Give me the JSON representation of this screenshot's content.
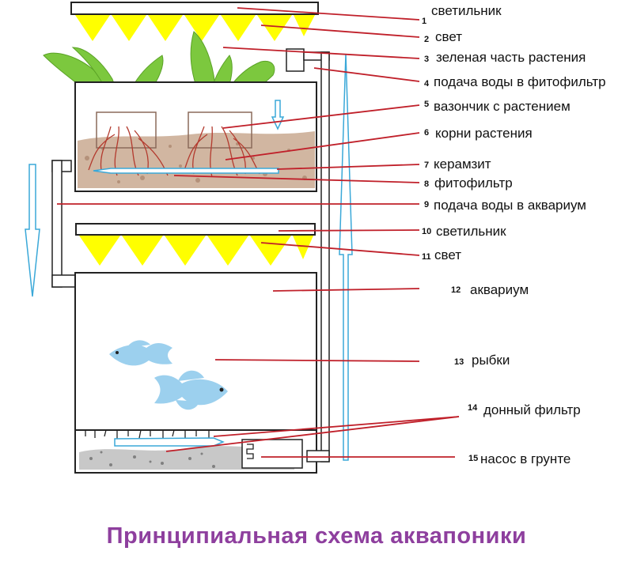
{
  "caption": "Принципиальная схема аквапоники",
  "colors": {
    "caption": "#8e3f9e",
    "callout_line": "#c0202a",
    "light": "#ffff00",
    "flow_arrow": "#3aa8d8",
    "leaf": "#7cc83e",
    "root": "#b33a2e",
    "fish": "#9cd0ee",
    "gravel": "#9a9a9a",
    "clay": "#c9a990"
  },
  "labels": {
    "l1": {
      "num": "1",
      "text": "светильник"
    },
    "l2": {
      "num": "2",
      "text": "свет"
    },
    "l3": {
      "num": "3",
      "text": "зеленая часть растения"
    },
    "l4": {
      "num": "4",
      "text": "подача воды в фитофильтр"
    },
    "l5": {
      "num": "5",
      "text": "вазончик с растением"
    },
    "l6": {
      "num": "6",
      "text": "корни растения"
    },
    "l7": {
      "num": "7",
      "text": "керамзит"
    },
    "l8": {
      "num": "8",
      "text": "фитофильтр"
    },
    "l9": {
      "num": "9",
      "text": "подача воды в аквариум"
    },
    "l10": {
      "num": "10",
      "text": "светильник"
    },
    "l11": {
      "num": "11",
      "text": "свет"
    },
    "l12": {
      "num": "12",
      "text": "аквариум"
    },
    "l13": {
      "num": "13",
      "text": "рыбки"
    },
    "l14": {
      "num": "14",
      "text": "донный фильтр"
    },
    "l15": {
      "num": "15",
      "text": "насос в грунте"
    }
  }
}
